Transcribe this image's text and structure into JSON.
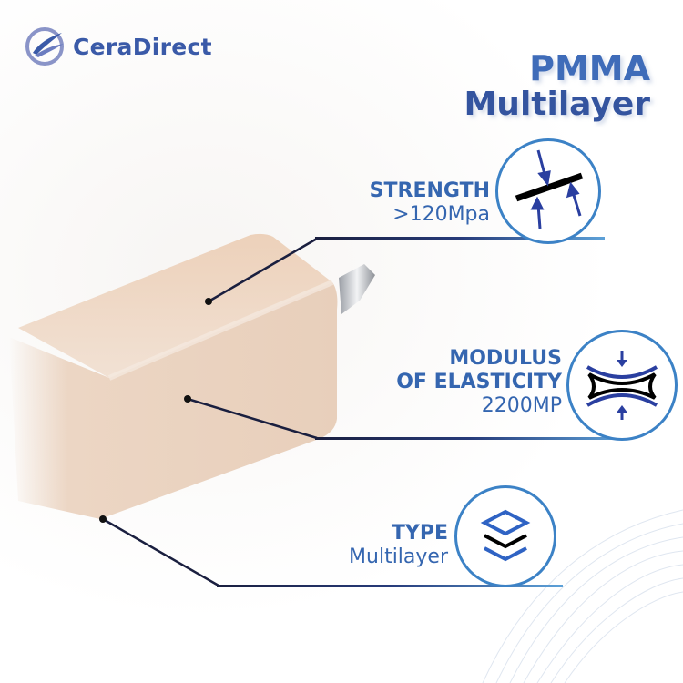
{
  "brand": {
    "name": "CeraDirect",
    "logo_icon": "wing-swoosh-logo-icon",
    "color": "#3a5aa8"
  },
  "product_title": {
    "line1": "PMMA",
    "line2": "Multilayer"
  },
  "features": [
    {
      "heading": "STRENGTH",
      "value": ">120Mpa",
      "icon": "compression-beam-icon"
    },
    {
      "heading_line1": "MODULUS",
      "heading_line2": "OF ELASTICITY",
      "value": "2200MP",
      "icon": "elasticity-compression-icon"
    },
    {
      "heading": "TYPE",
      "value": "Multilayer",
      "icon": "layers-stack-icon"
    }
  ],
  "colors": {
    "accent": "#3566b0",
    "circle": "#3c82c6",
    "block": "#ead3c0",
    "line": "#1a1f3f"
  }
}
